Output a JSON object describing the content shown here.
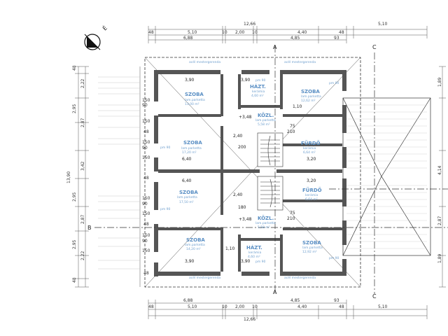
{
  "north": {
    "label": "É"
  },
  "dimensions": {
    "top_row1": [
      "48",
      "5,10",
      "10",
      "2,00",
      "10",
      "4,40",
      "48",
      "5,10"
    ],
    "top_total": "12,66",
    "top_row2": [
      "6,88",
      "4,85",
      "93"
    ],
    "bottom_row1": [
      "6,88",
      "4,85",
      "93"
    ],
    "bottom_row2": [
      "48",
      "5,10",
      "10",
      "2,00",
      "10",
      "4,40",
      "48",
      "5,10"
    ],
    "bottom_total": "12,66",
    "left_outer": [
      "48",
      "2,22",
      "2,95",
      "2,87",
      "3,42",
      "2,95",
      "2,87",
      "2,95",
      "2,22",
      "48"
    ],
    "left_total": "13,90",
    "right_side": [
      "1,89",
      "4,14",
      "2,87",
      "1,89"
    ],
    "inner_left_marks": [
      "150",
      "90",
      "150",
      "48",
      "150",
      "90",
      "150",
      "48",
      "150",
      "90",
      "150",
      "48",
      "150",
      "90",
      "150",
      "48"
    ]
  },
  "axes": {
    "a": "A",
    "b": "B",
    "c": "C"
  },
  "labels": {
    "note_top_left": "acél mestergerenda",
    "note_top_right": "acél mestergerenda",
    "note_bottom_left": "acél mestergerenda",
    "note_bottom_right": "acél mestergerenda"
  },
  "rooms": [
    {
      "name": "SZOBA",
      "floor": "lam.parketta",
      "area": "13,00 m²"
    },
    {
      "name": "HÁZT.",
      "floor": "kerámia",
      "area": "4,60 m²"
    },
    {
      "name": "SZOBA",
      "floor": "lam.parketta",
      "area": "12,62 m²"
    },
    {
      "name": "KÖZL.",
      "floor": "lam.parketta",
      "area": "5,58 m²"
    },
    {
      "name": "SZOBA",
      "floor": "lam.parketta",
      "area": "17,20 m²"
    },
    {
      "name": "FÜRDŐ",
      "floor": "kerámia",
      "area": "6,64 m²"
    },
    {
      "name": "SZOBA",
      "floor": "lam.parketta",
      "area": "17,50 m²"
    },
    {
      "name": "FÜRDŐ",
      "floor": "kerámia",
      "area": "6,64 m²"
    },
    {
      "name": "KÖZL.",
      "floor": "lam.parketta",
      "area": "5,58 m²"
    },
    {
      "name": "SZOBA",
      "floor": "lam.parketta",
      "area": "14,20 m²"
    },
    {
      "name": "HÁZT.",
      "floor": "kerámia",
      "area": "4,60 m²"
    },
    {
      "name": "SZOBA",
      "floor": "lam.parketta",
      "area": "12,92 m²"
    }
  ],
  "inner_dims": {
    "d390_tl": "3,90",
    "d390_tc": "3,90",
    "d390_bl": "3,90",
    "d390_bc": "3,90",
    "d640_l": "6,40",
    "d640_r": "6,40",
    "d320_t": "3,20",
    "d320_b": "3,20",
    "d240_t": "2,40",
    "d240_b": "2,40",
    "d110_t": "1,10",
    "d110_b": "1,10",
    "plus348_t": "+3,48",
    "plus348_b": "+3,48",
    "n210": "210",
    "n75": "75",
    "n90": "90",
    "n180": "180",
    "n200": "200",
    "pm90": "pm 90"
  }
}
